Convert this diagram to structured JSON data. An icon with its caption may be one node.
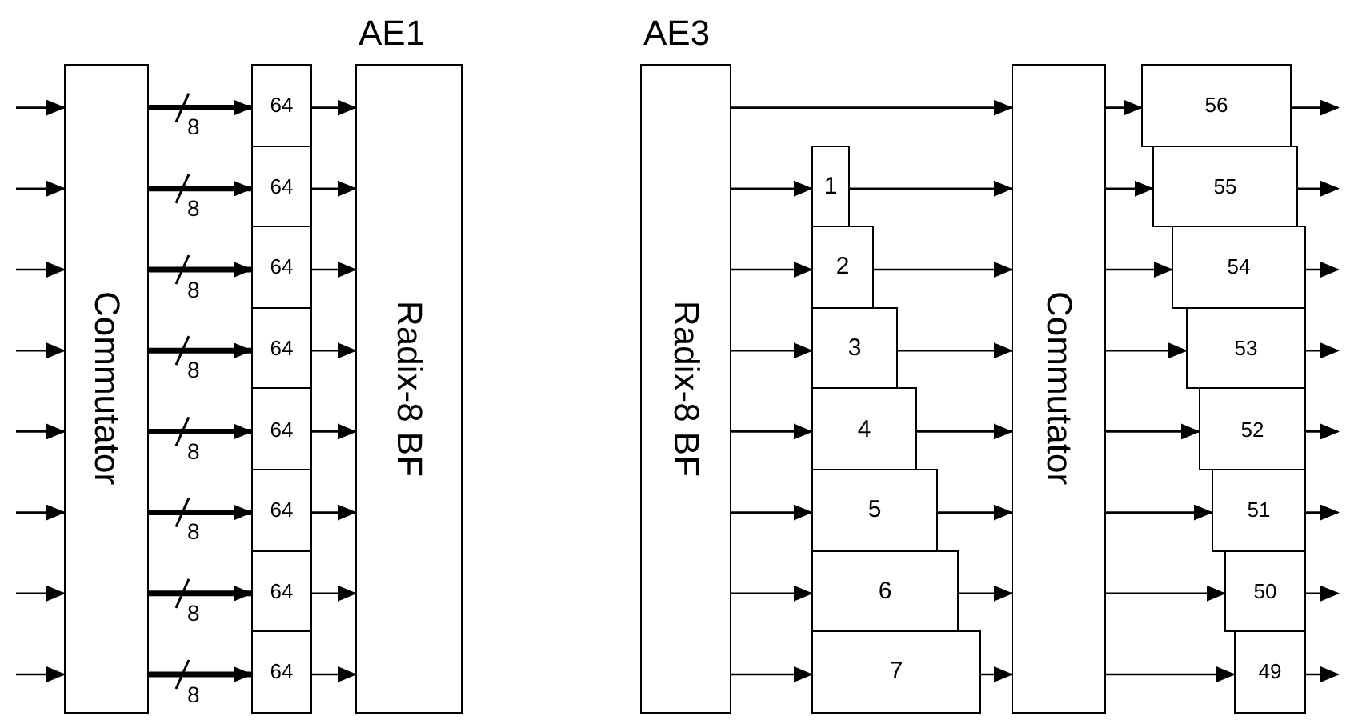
{
  "diagram": {
    "nodes": [
      {
        "text": [
          "Commutator"
        ]
      },
      {
        "text": [
          "64"
        ]
      },
      {
        "text": [
          "64"
        ]
      },
      {
        "text": [
          "64"
        ]
      },
      {
        "text": [
          "64"
        ]
      },
      {
        "text": [
          "64"
        ]
      },
      {
        "text": [
          "64"
        ]
      },
      {
        "text": [
          "64"
        ]
      },
      {
        "text": [
          "64"
        ]
      },
      {
        "text": [
          "Radix-8 BF"
        ],
        "beside": [
          "AE1"
        ]
      },
      {
        "text": [
          "Radix-8 BF"
        ],
        "beside": [
          "AE3"
        ]
      },
      {
        "text": [
          "1"
        ]
      },
      {
        "text": [
          "2"
        ]
      },
      {
        "text": [
          "3"
        ]
      },
      {
        "text": [
          "4"
        ]
      },
      {
        "text": [
          "5"
        ]
      },
      {
        "text": [
          "6"
        ]
      },
      {
        "text": [
          "7"
        ]
      },
      {
        "text": [
          "Commutator"
        ]
      },
      {
        "text": [
          "56"
        ]
      },
      {
        "text": [
          "55"
        ]
      },
      {
        "text": [
          "54"
        ]
      },
      {
        "text": [
          "53"
        ]
      },
      {
        "text": [
          "52"
        ]
      },
      {
        "text": [
          "51"
        ]
      },
      {
        "text": [
          "50"
        ]
      },
      {
        "text": [
          "49"
        ]
      }
    ],
    "edges": [
      {
        "from": null,
        "to": 0,
        "arrow": "to"
      },
      {
        "from": null,
        "to": 0,
        "arrow": "to"
      },
      {
        "from": null,
        "to": 0,
        "arrow": "to"
      },
      {
        "from": null,
        "to": 0,
        "arrow": "to"
      },
      {
        "from": null,
        "to": 0,
        "arrow": "to"
      },
      {
        "from": null,
        "to": 0,
        "arrow": "to"
      },
      {
        "from": null,
        "to": 0,
        "arrow": "to"
      },
      {
        "from": null,
        "to": 0,
        "arrow": "to"
      },
      {
        "from": 0,
        "to": 1,
        "arrow": "to",
        "style": "thick",
        "label": "8"
      },
      {
        "from": 0,
        "to": 2,
        "arrow": "to",
        "style": "thick",
        "label": "8"
      },
      {
        "from": 0,
        "to": 3,
        "arrow": "to",
        "style": "thick",
        "label": "8"
      },
      {
        "from": 0,
        "to": 4,
        "arrow": "to",
        "style": "thick",
        "label": "8"
      },
      {
        "from": 0,
        "to": 5,
        "arrow": "to",
        "style": "thick",
        "label": "8"
      },
      {
        "from": 0,
        "to": 6,
        "arrow": "to",
        "style": "thick",
        "label": "8"
      },
      {
        "from": 0,
        "to": 7,
        "arrow": "to",
        "style": "thick",
        "label": "8"
      },
      {
        "from": 0,
        "to": 8,
        "arrow": "to",
        "style": "thick",
        "label": "8"
      },
      {
        "from": 1,
        "to": 9,
        "arrow": "to"
      },
      {
        "from": 2,
        "to": 9,
        "arrow": "to"
      },
      {
        "from": 3,
        "to": 9,
        "arrow": "to"
      },
      {
        "from": 4,
        "to": 9,
        "arrow": "to"
      },
      {
        "from": 5,
        "to": 9,
        "arrow": "to"
      },
      {
        "from": 6,
        "to": 9,
        "arrow": "to"
      },
      {
        "from": 7,
        "to": 9,
        "arrow": "to"
      },
      {
        "from": 8,
        "to": 9,
        "arrow": "to"
      },
      {
        "from": 10,
        "to": 18,
        "arrow": "to"
      },
      {
        "from": 10,
        "to": 11,
        "arrow": "to"
      },
      {
        "from": 10,
        "to": 12,
        "arrow": "to"
      },
      {
        "from": 10,
        "to": 13,
        "arrow": "to"
      },
      {
        "from": 10,
        "to": 14,
        "arrow": "to"
      },
      {
        "from": 10,
        "to": 15,
        "arrow": "to"
      },
      {
        "from": 10,
        "to": 16,
        "arrow": "to"
      },
      {
        "from": 10,
        "to": 17,
        "arrow": "to"
      },
      {
        "from": 11,
        "to": 18,
        "arrow": "to"
      },
      {
        "from": 12,
        "to": 18,
        "arrow": "to"
      },
      {
        "from": 13,
        "to": 18,
        "arrow": "to"
      },
      {
        "from": 14,
        "to": 18,
        "arrow": "to"
      },
      {
        "from": 15,
        "to": 18,
        "arrow": "to"
      },
      {
        "from": 16,
        "to": 18,
        "arrow": "to"
      },
      {
        "from": 17,
        "to": 18,
        "arrow": "to"
      },
      {
        "from": 18,
        "to": 19,
        "arrow": "to"
      },
      {
        "from": 18,
        "to": 20,
        "arrow": "to"
      },
      {
        "from": 18,
        "to": 21,
        "arrow": "to"
      },
      {
        "from": 18,
        "to": 22,
        "arrow": "to"
      },
      {
        "from": 18,
        "to": 23,
        "arrow": "to"
      },
      {
        "from": 18,
        "to": 24,
        "arrow": "to"
      },
      {
        "from": 18,
        "to": 25,
        "arrow": "to"
      },
      {
        "from": 18,
        "to": 26,
        "arrow": "to"
      },
      {
        "from": 19,
        "to": null,
        "arrow": "to"
      },
      {
        "from": 20,
        "to": null,
        "arrow": "to"
      },
      {
        "from": 21,
        "to": null,
        "arrow": "to"
      },
      {
        "from": 22,
        "to": null,
        "arrow": "to"
      },
      {
        "from": 23,
        "to": null,
        "arrow": "to"
      },
      {
        "from": 24,
        "to": null,
        "arrow": "to"
      },
      {
        "from": 25,
        "to": null,
        "arrow": "to"
      },
      {
        "from": 26,
        "to": null,
        "arrow": "to"
      }
    ]
  }
}
